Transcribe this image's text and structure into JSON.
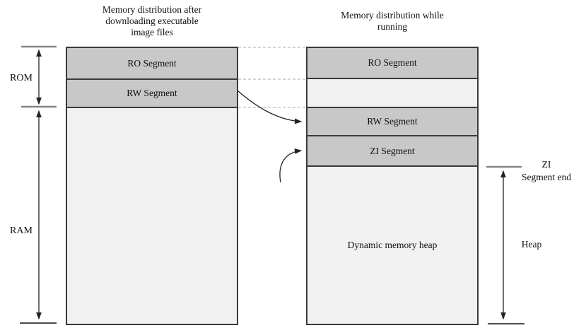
{
  "diagram": {
    "left_column": {
      "title": "Memory distribution after\ndownloading executable\nimage files",
      "segments": [
        {
          "label": "RO Segment"
        },
        {
          "label": "RW Segment"
        }
      ]
    },
    "right_column": {
      "title": "Memory distribution while\nrunning",
      "segments": [
        {
          "label": "RO Segment"
        },
        {
          "label": "RW Segment"
        },
        {
          "label": "ZI Segment"
        },
        {
          "label": "Dynamic memory heap"
        }
      ]
    },
    "annotations": {
      "rom": "ROM",
      "ram": "RAM",
      "zi_segment_end": "ZI\nSegment end",
      "heap": "Heap"
    },
    "colors": {
      "segment_fill": "#c8c8c8",
      "empty_fill": "#f1f1f1",
      "column_border": "#3a3a3a",
      "tick_gray": "#858585",
      "tick_black": "#111111",
      "dashed_line": "#bcbcbc",
      "arrow": "#222222"
    }
  }
}
